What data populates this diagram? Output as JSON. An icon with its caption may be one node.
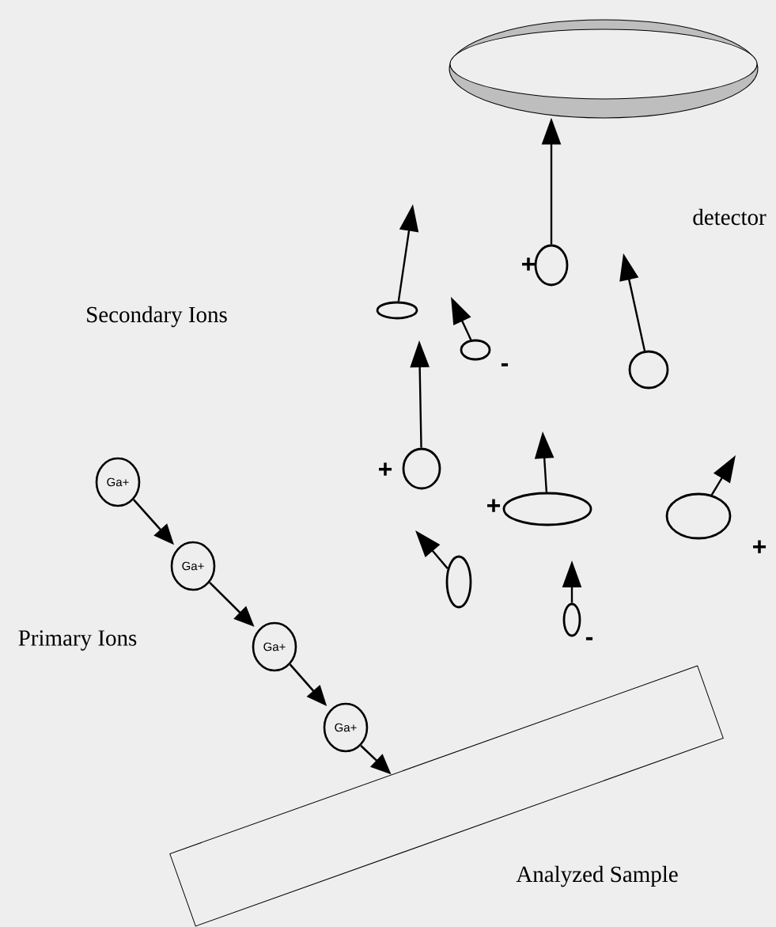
{
  "diagram": {
    "nodes": [
      {
        "text": [],
        "shape": "ellipse"
      },
      {
        "text": [],
        "shape": "circle",
        "beside": [
          "+"
        ]
      },
      {
        "text": [],
        "shape": "ellipse"
      },
      {
        "text": [],
        "shape": "ellipse",
        "beside": [
          "-"
        ]
      },
      {
        "text": [],
        "shape": "circle"
      },
      {
        "text": [],
        "shape": "circle",
        "beside": [
          "+"
        ]
      },
      {
        "text": [
          "Ga+"
        ]
      },
      {
        "text": [],
        "shape": "ellipse",
        "beside": [
          "+"
        ]
      },
      {
        "text": [],
        "shape": "ellipse",
        "beside": [
          "+"
        ]
      },
      {
        "text": [
          "Ga+"
        ]
      },
      {
        "text": [],
        "shape": "ellipse"
      },
      {
        "text": [],
        "shape": "ellipse",
        "beside": [
          "-"
        ]
      },
      {
        "text": [
          "Ga+"
        ]
      },
      {
        "text": [
          "Ga+"
        ]
      },
      {
        "text": [],
        "shape": "box"
      }
    ],
    "edges": [
      {
        "from": 1,
        "to": 0,
        "arrow": "to"
      },
      {
        "from": 2,
        "to": null,
        "arrow": "to"
      },
      {
        "from": 3,
        "to": null,
        "arrow": "to"
      },
      {
        "from": 4,
        "to": null,
        "arrow": "to"
      },
      {
        "from": 5,
        "to": null,
        "arrow": "to"
      },
      {
        "from": 7,
        "to": null,
        "arrow": "to"
      },
      {
        "from": 8,
        "to": null,
        "arrow": "to"
      },
      {
        "from": 10,
        "to": null,
        "arrow": "to"
      },
      {
        "from": 11,
        "to": null,
        "arrow": "to"
      },
      {
        "from": 6,
        "to": 9,
        "arrow": "to"
      },
      {
        "from": 9,
        "to": 12,
        "arrow": "to"
      },
      {
        "from": 12,
        "to": 13,
        "arrow": "to"
      },
      {
        "from": 13,
        "to": 14,
        "arrow": "to"
      }
    ],
    "labels": [
      "detector",
      "Secondary Ions",
      "Primary Ions",
      "Analyzed Sample"
    ]
  }
}
